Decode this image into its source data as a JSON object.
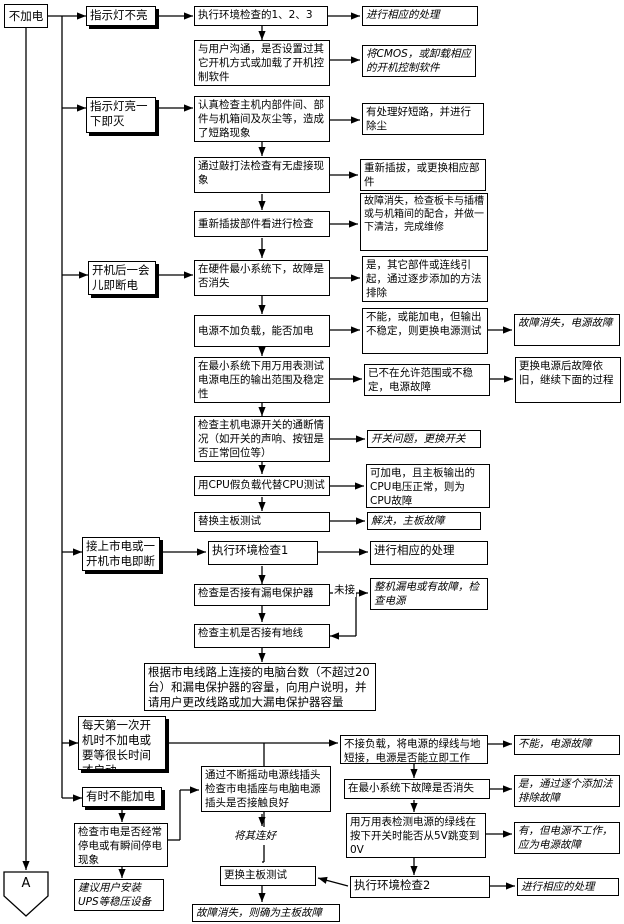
{
  "nodes": {
    "n_root": "不加电",
    "n_a1": "指示灯不亮",
    "n_a2": "执行环境检查的1、2、3",
    "n_a3": "进行相应的处理",
    "n_a4": "与用户沟通，是否设置过其它开机方式或加载了开机控制软件",
    "n_a5": "将CMOS，或卸载相应的开机控制软件",
    "n_b1": "指示灯亮一下即灭",
    "n_b2": "认真检查主机内部件间、部件与机箱间及灰尘等，造成了短路现象",
    "n_b3": "有处理好短路，并进行除尘",
    "n_b4": "通过敲打法检查有无虚接现象",
    "n_b5": "重新插拔，或更换相应部件",
    "n_b6": "重新插拔部件看进行检查",
    "n_b7": "故障消失，检查板卡与插槽或与机箱间的配合，并做一下清洁，完成维修",
    "n_c1": "开机后一会儿即断电",
    "n_c2": "在硬件最小系统下，故障是否消失",
    "n_c3": "是，其它部件或连线引起，通过逐步添加的方法排除",
    "n_c4": "电源不加负载，能否加电",
    "n_c5": "不能，或能加电，但输出不稳定，则更换电源测试",
    "n_c6": "故障消失，电源故障",
    "n_c7": "在最小系统下用万用表测试电源电压的输出范围及稳定性",
    "n_c8": "已不在允许范围或不稳定，电源故障",
    "n_c9": "更换电源后故障依旧，继续下面的过程",
    "n_c10": "检查主机电源开关的通断情况（如开关的声响、按钮是否正常回位等）",
    "n_c11": "开关问题，更换开关",
    "n_c12": "用CPU假负载代替CPU测试",
    "n_c13": "可加电，且主板输出的CPU电压正常，则为CPU故障",
    "n_c14": "替换主板测试",
    "n_c15": "解决，主板故障",
    "n_d1": "接上市电或一开机市电即断",
    "n_d2": "执行环境检查1",
    "n_d3": "进行相应的处理",
    "n_d4": "检查是否接有漏电保护器",
    "n_d5": "整机漏电或有故障，检查电源",
    "n_d6": "检查主机是否接有地线",
    "n_d7": "根据市电线路上连接的电脑台数（不超过20台）和漏电保护器的容量，向用户说明，并请用户更改线路或加大漏电保护器容量",
    "n_e1": "每天第一次开机时不加电或要等很长时间才启动",
    "n_e2": "不接负载，将电源的绿线与地短接，电源是否能立即工作",
    "n_e3": "不能，电源故障",
    "n_e4": "在最小系统下故障是否消失",
    "n_e5": "是，通过逐个添加法排除故障",
    "n_e6": "用万用表检测电源的绿线在按下开关时能否从5V跳变到0V",
    "n_e7": "有，但电源不工作，应为电源故障",
    "n_e8": "执行环境检查2",
    "n_e9": "进行相应的处理",
    "n_e10": "更换主板测试",
    "n_e11": "故障消失，则确为主板故障",
    "n_f1": "有时不能加电",
    "n_f2": "检查市电是否经常停电或有瞬间停电现象",
    "n_f3": "通过不断摇动电源线插头检查市电插座与电脑电源插头是否接触良好",
    "n_f4": "将其连好",
    "n_f5": "建议用户安装UPS等稳压设备",
    "n_conn": "A"
  },
  "labels": {
    "l_wj": "未接"
  }
}
